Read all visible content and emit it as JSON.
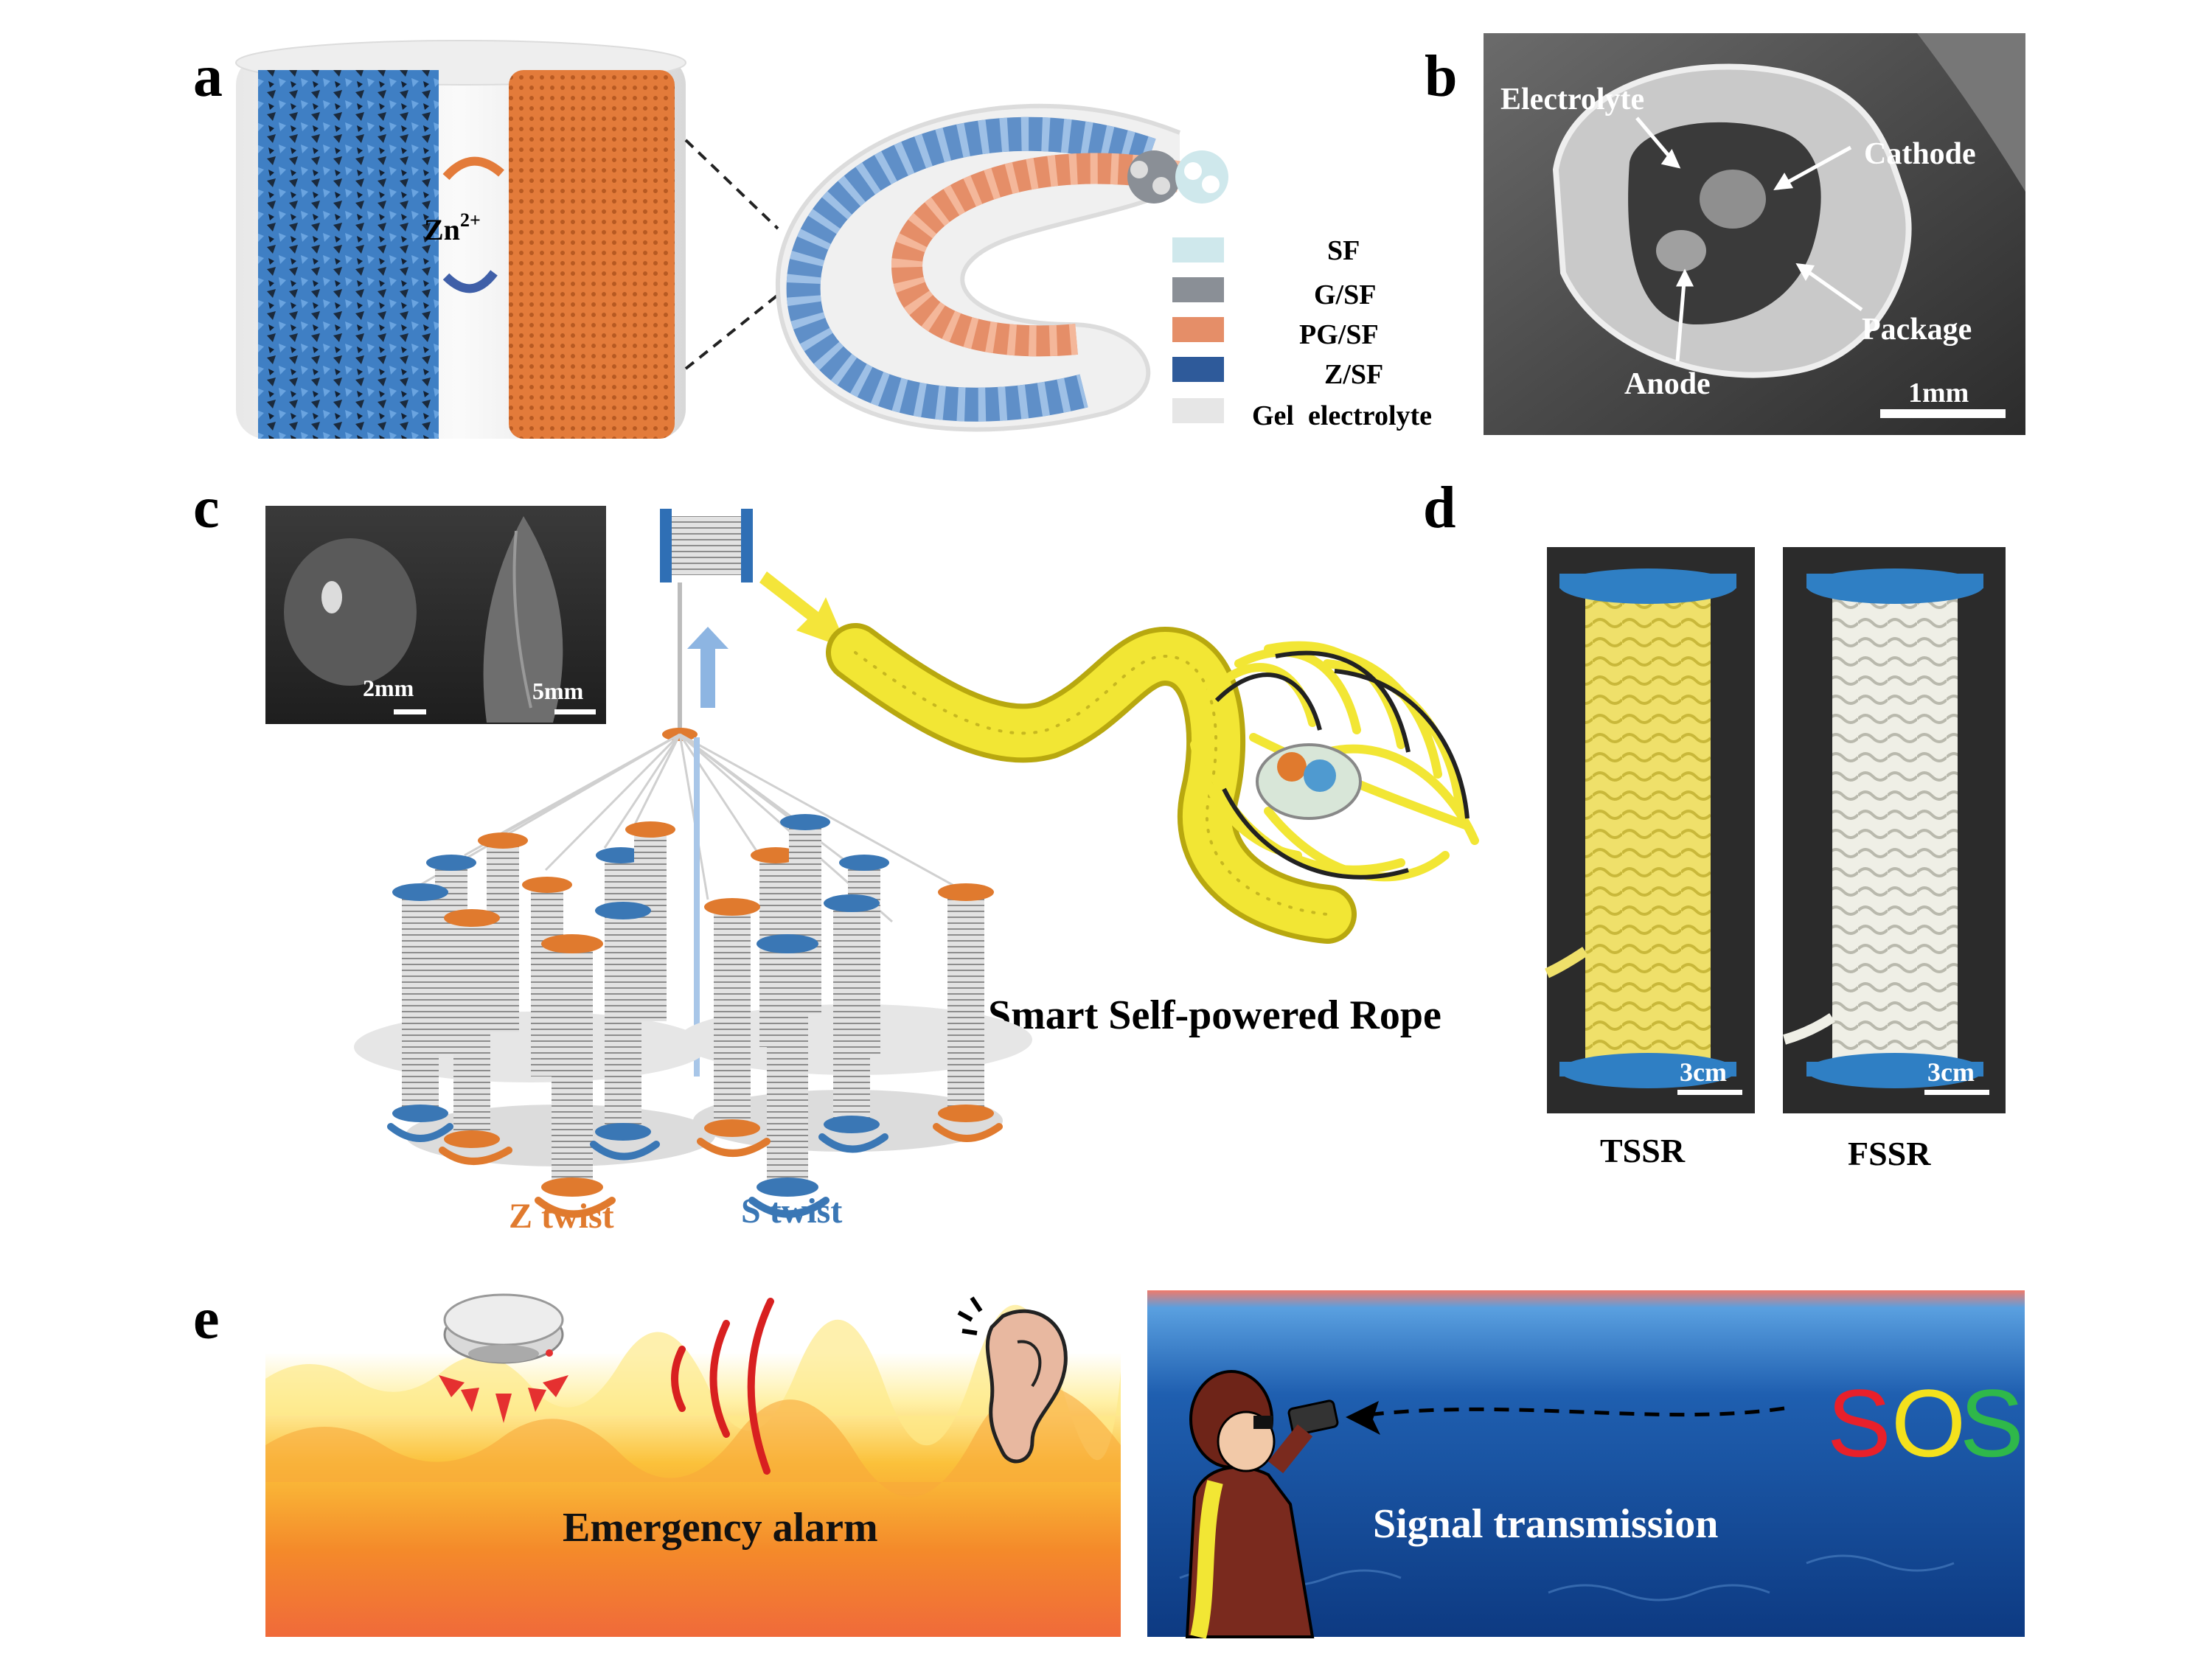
{
  "figure": {
    "panel_letters": {
      "a": "a",
      "b": "b",
      "c": "c",
      "d": "d",
      "e": "e"
    }
  },
  "panel_a": {
    "ion_label": "Zn",
    "ion_charge": "2+",
    "legend": [
      {
        "label": "SF",
        "color": "#cfe8ec"
      },
      {
        "label": "G/SF",
        "color": "#8a8f96"
      },
      {
        "label": "PG/SF",
        "color": "#e58e68"
      },
      {
        "label": "Z/SF",
        "color": "#2e5a9a"
      },
      {
        "label": "Gel  electrolyte",
        "color": "#e6e6e6"
      }
    ],
    "colors": {
      "anode": "#3f7fc4",
      "cathode": "#e37b3a"
    }
  },
  "panel_b": {
    "labels": {
      "electrolyte": "Electrolyte",
      "cathode": "Cathode",
      "anode": "Anode",
      "package": "Package"
    },
    "scale_bar": "1mm"
  },
  "panel_c": {
    "scale_bar_1": "2mm",
    "scale_bar_2": "5mm",
    "rope_label": "Smart Self-powered Rope",
    "z_twist": "Z twist",
    "s_twist": "S twist",
    "colors": {
      "z": "#e07a2e",
      "s": "#3a77b5",
      "rope": "#f2e634"
    }
  },
  "panel_d": {
    "scale_bar_1": "3cm",
    "scale_bar_2": "3cm",
    "caption_1": "TSSR",
    "caption_2": "FSSR"
  },
  "panel_e": {
    "alarm_label": "Emergency alarm",
    "signal_label": "Signal transmission",
    "sos": [
      "S",
      "O",
      "S"
    ],
    "sos_colors": [
      "#e8202a",
      "#f4e11c",
      "#2fb84a"
    ]
  }
}
